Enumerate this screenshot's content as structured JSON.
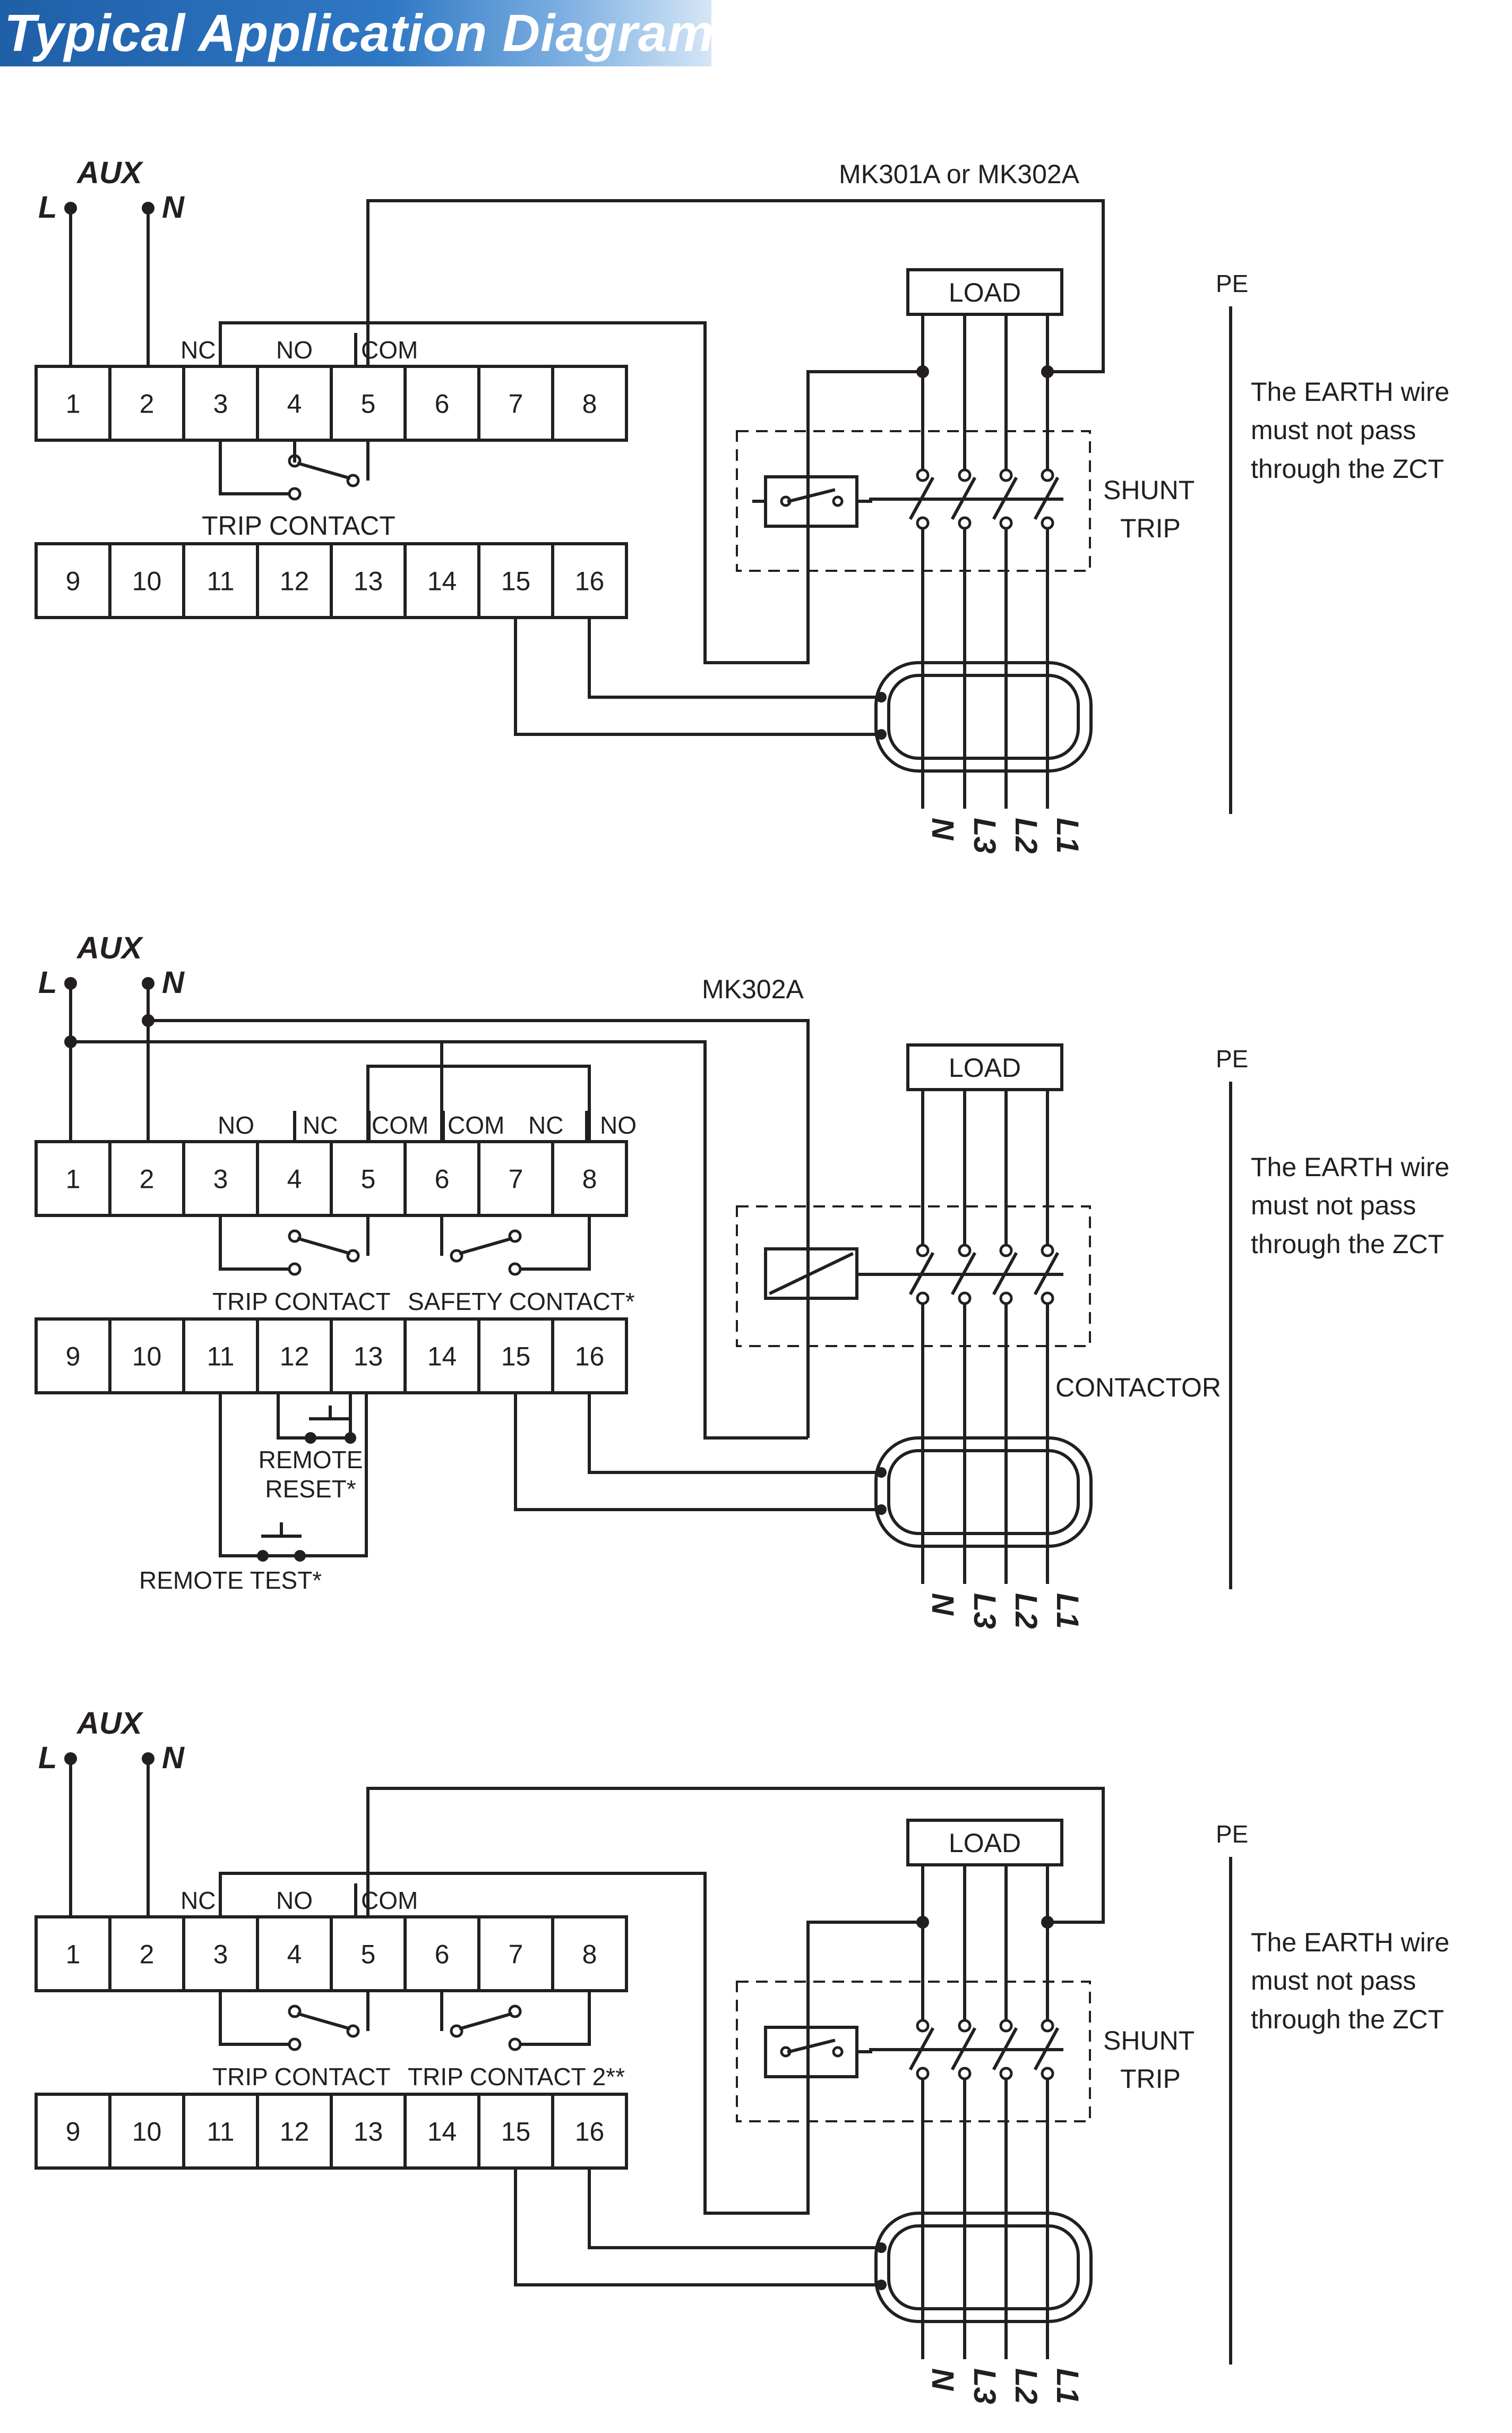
{
  "title": "Typical Application Diagram",
  "common": {
    "aux": "AUX",
    "l": "L",
    "n": "N",
    "load": "LOAD",
    "pe": "PE",
    "earth_note": [
      "The EARTH wire",
      "must not pass",
      "through the ZCT"
    ],
    "phases": [
      "N",
      "L3",
      "L2",
      "L1"
    ],
    "top_terminals": [
      "1",
      "2",
      "3",
      "4",
      "5",
      "6",
      "7",
      "8"
    ],
    "bottom_terminals": [
      "9",
      "10",
      "11",
      "12",
      "13",
      "14",
      "15",
      "16"
    ]
  },
  "diagrams": [
    {
      "model": "MK301A or MK302A",
      "contacts": [
        "NC",
        "NO",
        "COM"
      ],
      "trip_contact": "TRIP CONTACT",
      "device": [
        "SHUNT",
        "TRIP"
      ]
    },
    {
      "model": "MK302A",
      "contacts": [
        "NO",
        "NC",
        "COM",
        "COM",
        "NC",
        "NO"
      ],
      "trip_contact": "TRIP CONTACT",
      "safety_contact": "SAFETY CONTACT*",
      "remote_reset": [
        "REMOTE",
        "RESET*"
      ],
      "remote_test": "REMOTE TEST*",
      "device": [
        "CONTACTOR"
      ]
    },
    {
      "contacts": [
        "NC",
        "NO",
        "COM"
      ],
      "trip_contact": "TRIP CONTACT",
      "trip_contact_2": "TRIP CONTACT 2**",
      "device": [
        "SHUNT",
        "TRIP"
      ]
    }
  ]
}
